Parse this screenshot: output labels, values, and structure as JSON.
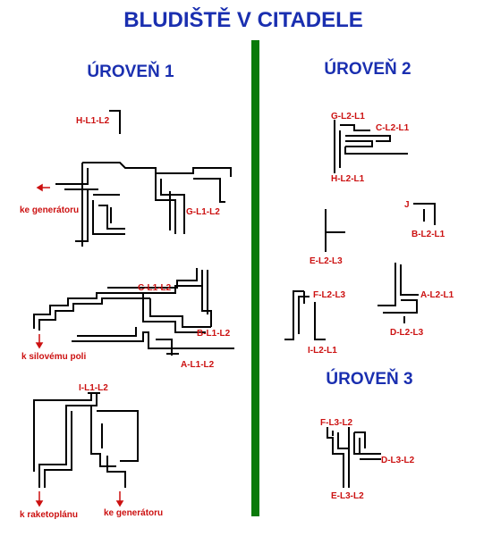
{
  "colors": {
    "title": "#1a2fb0",
    "label": "#cc1111",
    "divider": "#0a7a0a",
    "wall": "#000000",
    "arrow": "#cc1111"
  },
  "title": "BLUDIŠTĚ V CITADELE",
  "levels": {
    "l1": "ÚROVEŇ 1",
    "l2": "ÚROVEŇ 2",
    "l3": "ÚROVEŇ 3"
  },
  "labels": {
    "h_l1_l2": "H-L1-L2",
    "g_l1_l2": "G-L1-L2",
    "ke_generatoru_1": "ke generátoru",
    "c_l1_l2": "C-L1-L2",
    "b_l1_l2": "B-L1-L2",
    "a_l1_l2": "A-L1-L2",
    "k_silovemu_poli": "k silovému poli",
    "i_l1_l2": "I-L1-L2",
    "k_raketoplanu": "k raketoplánu",
    "ke_generatoru_2": "ke generátoru",
    "g_l2_l1": "G-L2-L1",
    "c_l2_l1": "C-L2-L1",
    "h_l2_l1": "H-L2-L1",
    "j": "J",
    "b_l2_l1": "B-L2-L1",
    "e_l2_l3": "E-L2-L3",
    "f_l2_l3": "F-L2-L3",
    "a_l2_l1": "A-L2-L1",
    "d_l2_l3": "D-L2-L3",
    "i_l2_l1": "I-L2-L1",
    "f_l3_l2": "F-L3-L2",
    "d_l3_l2": "D-L3-L2",
    "e_l3_l2": "E-L3-L2"
  }
}
